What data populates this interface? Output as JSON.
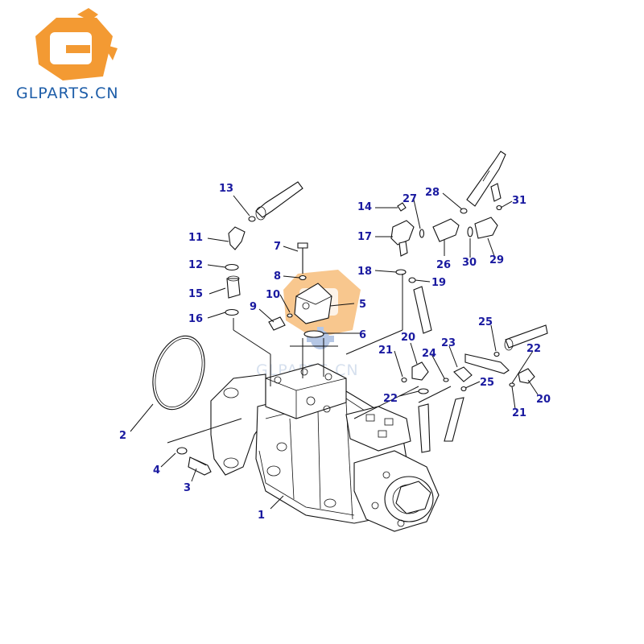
{
  "brand": {
    "name": "GLPARTS.CN",
    "watermark": "GLPARTS.CN",
    "logo_colors": {
      "orange": "#f39a33",
      "blue": "#1d5da8"
    }
  },
  "callouts": [
    "1",
    "2",
    "3",
    "4",
    "5",
    "6",
    "7",
    "8",
    "9",
    "10",
    "11",
    "12",
    "13",
    "14",
    "15",
    "16",
    "17",
    "18",
    "19",
    "20",
    "20",
    "21",
    "21",
    "22",
    "22",
    "23",
    "24",
    "25",
    "25",
    "26",
    "27",
    "28",
    "29",
    "30",
    "31"
  ]
}
